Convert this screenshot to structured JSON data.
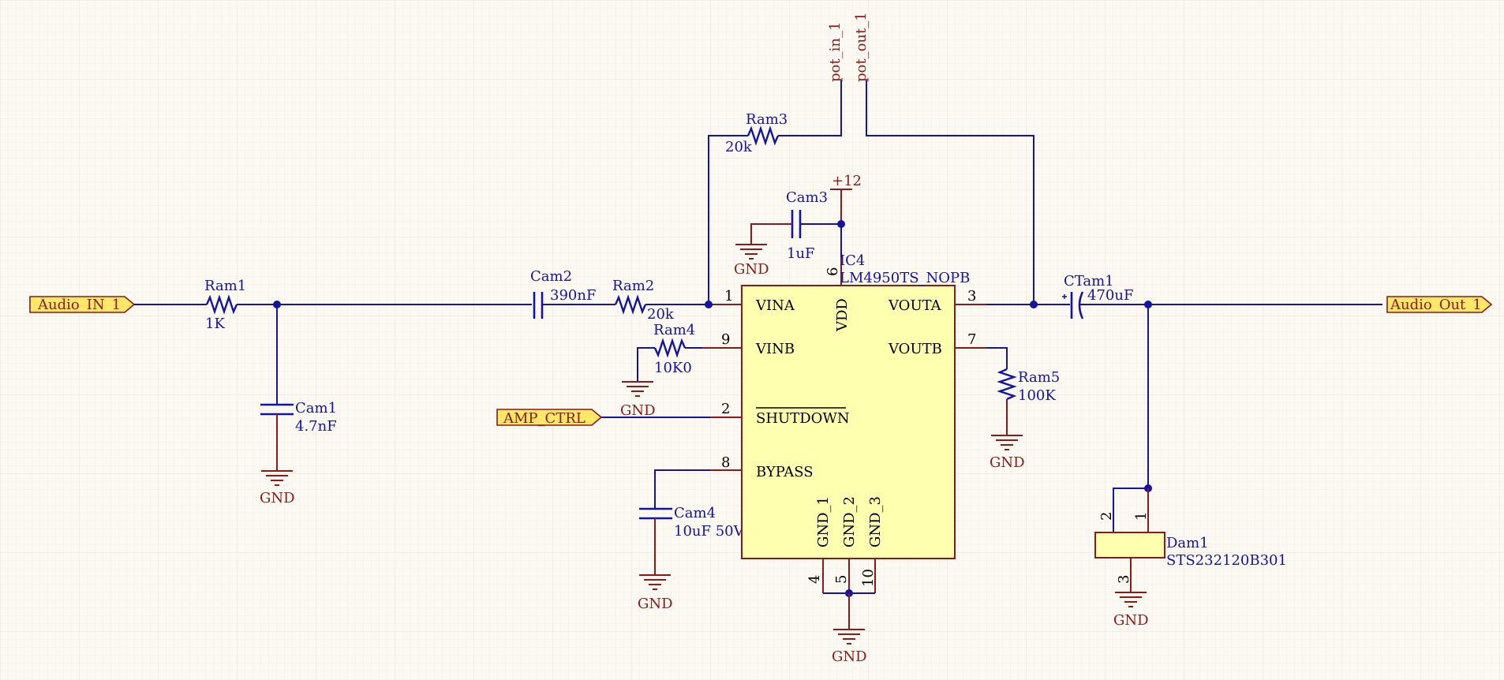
{
  "ports": {
    "audio_in": "Audio_IN_1",
    "audio_out": "Audio_Out_1",
    "amp_ctrl": "AMP_CTRL"
  },
  "net_labels": {
    "pot_in": "pot_in_1",
    "pot_out": "pot_out_1"
  },
  "power": {
    "vcc": "+12",
    "gnd": "GND"
  },
  "ic": {
    "designator": "IC4",
    "part": "LM4950TS_NOPB",
    "pins": {
      "vina": "VINA",
      "vinb": "VINB",
      "shutdown": "SHUTDOWN",
      "bypass": "BYPASS",
      "vdd": "VDD",
      "vouta": "VOUTA",
      "voutb": "VOUTB",
      "gnd1": "GND_1",
      "gnd2": "GND_2",
      "gnd3": "GND_3"
    },
    "pin_numbers": {
      "vina": "1",
      "vinb": "9",
      "shutdown": "2",
      "bypass": "8",
      "vdd": "6",
      "vouta": "3",
      "voutb": "7",
      "gnd1": "4",
      "gnd2": "5",
      "gnd3": "10"
    }
  },
  "components": {
    "ram1": {
      "ref": "Ram1",
      "value": "1K"
    },
    "cam1": {
      "ref": "Cam1",
      "value": "4.7nF"
    },
    "cam2": {
      "ref": "Cam2",
      "value": "390nF"
    },
    "ram2": {
      "ref": "Ram2",
      "value": "20k"
    },
    "ram3": {
      "ref": "Ram3",
      "value": "20k"
    },
    "ram4": {
      "ref": "Ram4",
      "value": "10K0"
    },
    "cam3": {
      "ref": "Cam3",
      "value": "1uF"
    },
    "cam4": {
      "ref": "Cam4",
      "value": "10uF 50V"
    },
    "ram5": {
      "ref": "Ram5",
      "value": "100K"
    },
    "ctam1": {
      "ref": "CTam1",
      "value": "470uF"
    },
    "dam1": {
      "ref": "Dam1",
      "value": "STS232120B301",
      "pins": [
        "2",
        "1",
        "3"
      ]
    }
  },
  "colors": {
    "background": "#fbf9f1",
    "grid": "#e9e6da",
    "wire": "#1414a0",
    "symbol_outline": "#8b1a1a",
    "ic_fill": "#ffffb0",
    "port_fill": "#ffe76a"
  }
}
